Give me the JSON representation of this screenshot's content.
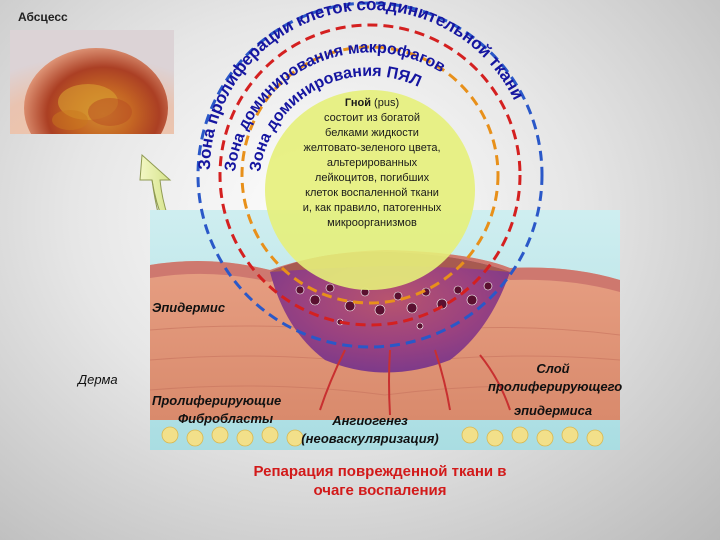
{
  "title": "Абсцесс",
  "zones": {
    "outer": "Зона пролиферации клеток соадинительной ткани",
    "middle": "Зона доминирования макрофагов",
    "inner": "Зона доминирования ПЯЛ"
  },
  "pus": {
    "heading": "Гной",
    "heading_suffix": "(pus)",
    "lines": [
      "состоит из богатой",
      "белками жидкости",
      "желтовато-зеленого цвета,",
      "альтерированных",
      "лейкоцитов, погибших",
      "клеток воспаленной ткани",
      "и, как правило, патогенных",
      "микроорганизмов"
    ]
  },
  "labels": {
    "epidermis": "Эпидермис",
    "derma": "Дерма",
    "layer_l1": "Слой",
    "layer_l2": "пролиферирующего",
    "layer_l3": "эпидермиса",
    "fibro_l1": "Пролиферирующие",
    "fibro_l2": "Фибробласты",
    "angio_l1": "Ангиогенез",
    "angio_l2": "(неоваскуляризация)"
  },
  "caption": {
    "line1": "Репарация поврежденной ткани в",
    "line2": "очаге воспаления"
  },
  "colors": {
    "zone_outer": "#2a58c8",
    "zone_middle": "#d42020",
    "zone_inner": "#e8901a",
    "zone_text": "#1515a0",
    "pus_fill": "#e6f07a",
    "caption": "#d21a1a"
  }
}
